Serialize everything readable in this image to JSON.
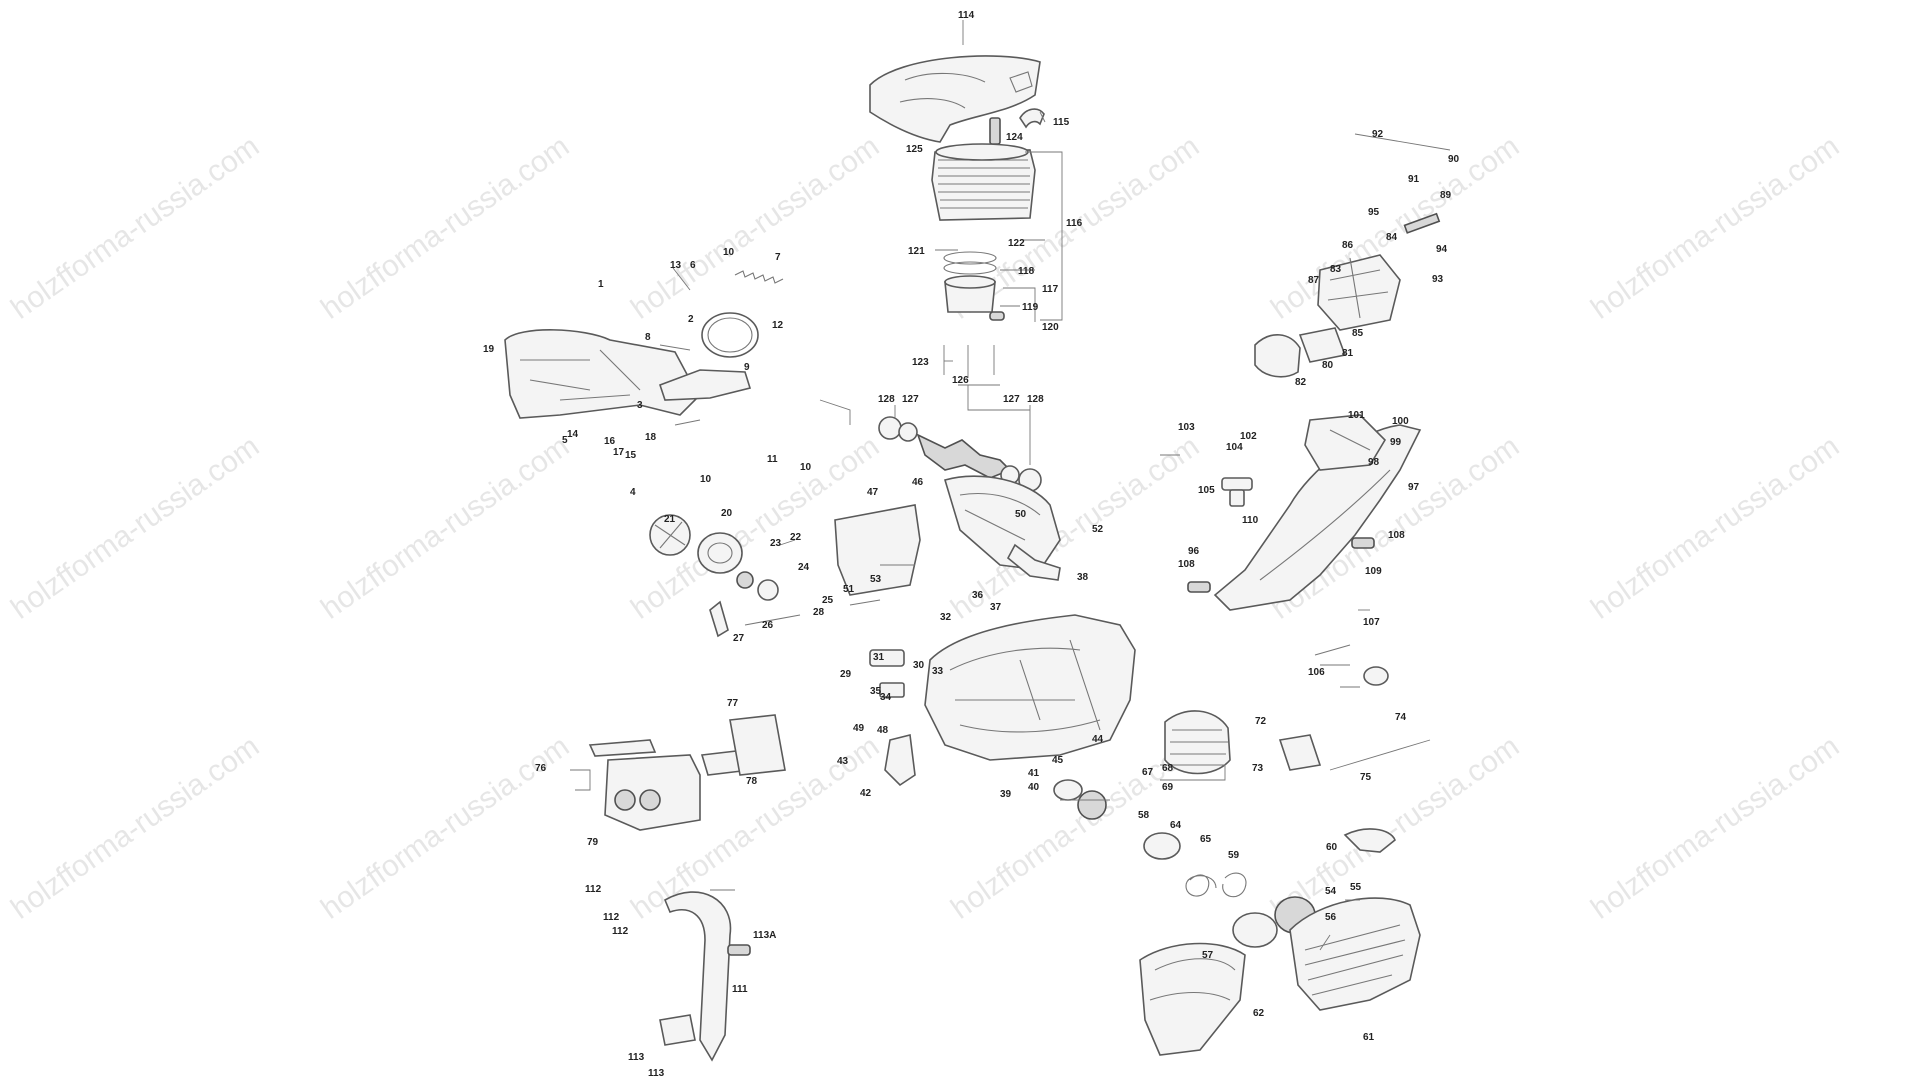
{
  "watermark": "holzfforma-russia.com",
  "callouts": [
    {
      "id": "114",
      "label": "114"
    },
    {
      "id": "115",
      "label": "115"
    },
    {
      "id": "124",
      "label": "124"
    },
    {
      "id": "125",
      "label": "125"
    },
    {
      "id": "116",
      "label": "116"
    },
    {
      "id": "122",
      "label": "122"
    },
    {
      "id": "121",
      "label": "121"
    },
    {
      "id": "118",
      "label": "118"
    },
    {
      "id": "117",
      "label": "117"
    },
    {
      "id": "119",
      "label": "119"
    },
    {
      "id": "120",
      "label": "120"
    },
    {
      "id": "123",
      "label": "123"
    },
    {
      "id": "126",
      "label": "126"
    },
    {
      "id": "128a",
      "label": "128"
    },
    {
      "id": "127a",
      "label": "127"
    },
    {
      "id": "127b",
      "label": "127"
    },
    {
      "id": "128b",
      "label": "128"
    },
    {
      "id": "1",
      "label": "1"
    },
    {
      "id": "13",
      "label": "13"
    },
    {
      "id": "6",
      "label": "6"
    },
    {
      "id": "10a",
      "label": "10"
    },
    {
      "id": "7",
      "label": "7"
    },
    {
      "id": "2",
      "label": "2"
    },
    {
      "id": "12",
      "label": "12"
    },
    {
      "id": "8",
      "label": "8"
    },
    {
      "id": "9",
      "label": "9"
    },
    {
      "id": "19a",
      "label": "19"
    },
    {
      "id": "3",
      "label": "3"
    },
    {
      "id": "14",
      "label": "14"
    },
    {
      "id": "5",
      "label": "5"
    },
    {
      "id": "16",
      "label": "16"
    },
    {
      "id": "18",
      "label": "18"
    },
    {
      "id": "17",
      "label": "17"
    },
    {
      "id": "15",
      "label": "15"
    },
    {
      "id": "11",
      "label": "11"
    },
    {
      "id": "10b",
      "label": "10"
    },
    {
      "id": "10c",
      "label": "10"
    },
    {
      "id": "4",
      "label": "4"
    },
    {
      "id": "21",
      "label": "21"
    },
    {
      "id": "20",
      "label": "20"
    },
    {
      "id": "23",
      "label": "23"
    },
    {
      "id": "22",
      "label": "22"
    },
    {
      "id": "24",
      "label": "24"
    },
    {
      "id": "25",
      "label": "25"
    },
    {
      "id": "26",
      "label": "26"
    },
    {
      "id": "28",
      "label": "28"
    },
    {
      "id": "27",
      "label": "27"
    },
    {
      "id": "47",
      "label": "47"
    },
    {
      "id": "46",
      "label": "46"
    },
    {
      "id": "50",
      "label": "50"
    },
    {
      "id": "52",
      "label": "52"
    },
    {
      "id": "38",
      "label": "38"
    },
    {
      "id": "51",
      "label": "51"
    },
    {
      "id": "53",
      "label": "53"
    },
    {
      "id": "36",
      "label": "36"
    },
    {
      "id": "37",
      "label": "37"
    },
    {
      "id": "32",
      "label": "32"
    },
    {
      "id": "31",
      "label": "31"
    },
    {
      "id": "30",
      "label": "30"
    },
    {
      "id": "33",
      "label": "33"
    },
    {
      "id": "29",
      "label": "29"
    },
    {
      "id": "35",
      "label": "35"
    },
    {
      "id": "34",
      "label": "34"
    },
    {
      "id": "49",
      "label": "49"
    },
    {
      "id": "48",
      "label": "48"
    },
    {
      "id": "43",
      "label": "43"
    },
    {
      "id": "42",
      "label": "42"
    },
    {
      "id": "44",
      "label": "44"
    },
    {
      "id": "45",
      "label": "45"
    },
    {
      "id": "41",
      "label": "41"
    },
    {
      "id": "40",
      "label": "40"
    },
    {
      "id": "39",
      "label": "39"
    },
    {
      "id": "77",
      "label": "77"
    },
    {
      "id": "76",
      "label": "76"
    },
    {
      "id": "78",
      "label": "78"
    },
    {
      "id": "79",
      "label": "79"
    },
    {
      "id": "92",
      "label": "92"
    },
    {
      "id": "90",
      "label": "90"
    },
    {
      "id": "91",
      "label": "91"
    },
    {
      "id": "89",
      "label": "89"
    },
    {
      "id": "95",
      "label": "95"
    },
    {
      "id": "84",
      "label": "84"
    },
    {
      "id": "86",
      "label": "86"
    },
    {
      "id": "94",
      "label": "94"
    },
    {
      "id": "83",
      "label": "83"
    },
    {
      "id": "87",
      "label": "87"
    },
    {
      "id": "93",
      "label": "93"
    },
    {
      "id": "85",
      "label": "85"
    },
    {
      "id": "81",
      "label": "81"
    },
    {
      "id": "80",
      "label": "80"
    },
    {
      "id": "82",
      "label": "82"
    },
    {
      "id": "103",
      "label": "103"
    },
    {
      "id": "101",
      "label": "101"
    },
    {
      "id": "100",
      "label": "100"
    },
    {
      "id": "102",
      "label": "102"
    },
    {
      "id": "99",
      "label": "99"
    },
    {
      "id": "104",
      "label": "104"
    },
    {
      "id": "98",
      "label": "98"
    },
    {
      "id": "105",
      "label": "105"
    },
    {
      "id": "97",
      "label": "97"
    },
    {
      "id": "110",
      "label": "110"
    },
    {
      "id": "96",
      "label": "96"
    },
    {
      "id": "108a",
      "label": "108"
    },
    {
      "id": "109",
      "label": "109"
    },
    {
      "id": "108b",
      "label": "108"
    },
    {
      "id": "107",
      "label": "107"
    },
    {
      "id": "106",
      "label": "106"
    },
    {
      "id": "72",
      "label": "72"
    },
    {
      "id": "74",
      "label": "74"
    },
    {
      "id": "67",
      "label": "67"
    },
    {
      "id": "68",
      "label": "68"
    },
    {
      "id": "69",
      "label": "69"
    },
    {
      "id": "73",
      "label": "73"
    },
    {
      "id": "75",
      "label": "75"
    },
    {
      "id": "58",
      "label": "58"
    },
    {
      "id": "64",
      "label": "64"
    },
    {
      "id": "65",
      "label": "65"
    },
    {
      "id": "59",
      "label": "59"
    },
    {
      "id": "60",
      "label": "60"
    },
    {
      "id": "54",
      "label": "54"
    },
    {
      "id": "55",
      "label": "55"
    },
    {
      "id": "56",
      "label": "56"
    },
    {
      "id": "57",
      "label": "57"
    },
    {
      "id": "62",
      "label": "62"
    },
    {
      "id": "61",
      "label": "61"
    },
    {
      "id": "112a",
      "label": "112"
    },
    {
      "id": "112b",
      "label": "112"
    },
    {
      "id": "112c",
      "label": "112"
    },
    {
      "id": "113A",
      "label": "113A"
    },
    {
      "id": "111",
      "label": "111"
    },
    {
      "id": "113a",
      "label": "113"
    },
    {
      "id": "113b",
      "label": "113"
    }
  ]
}
